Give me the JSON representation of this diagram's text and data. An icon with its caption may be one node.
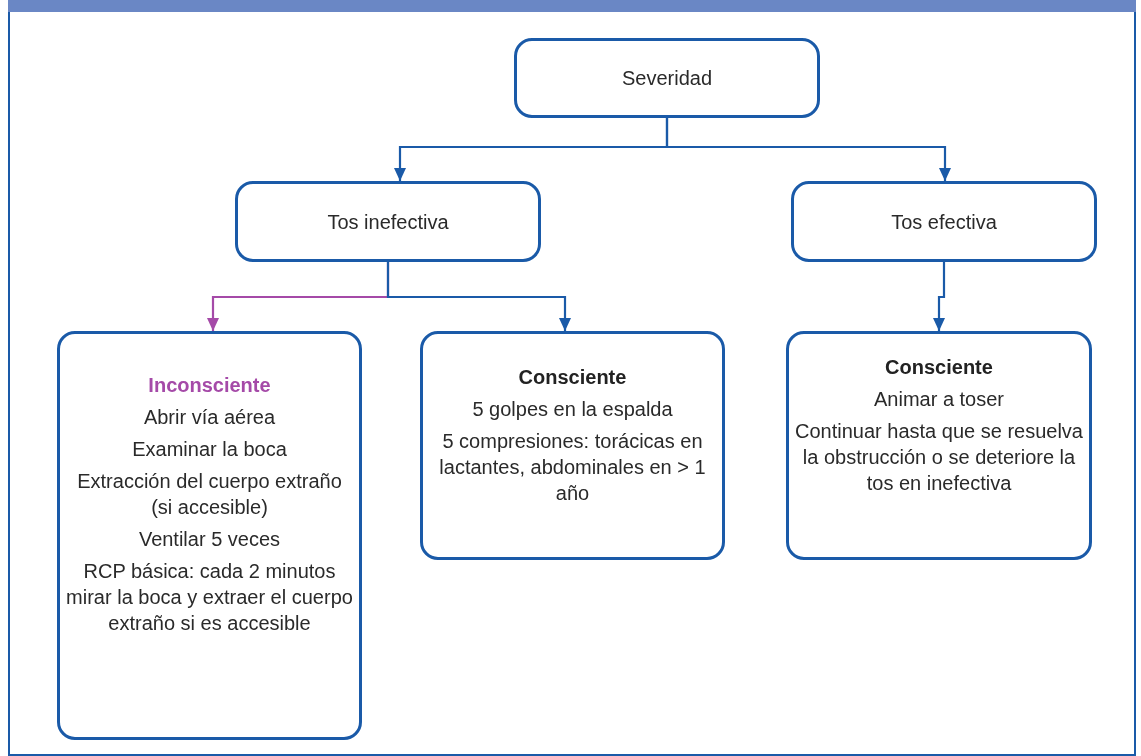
{
  "diagram": {
    "nodes": [
      {
        "text": [
          "Severidad"
        ]
      },
      {
        "text": [
          "Tos inefectiva"
        ]
      },
      {
        "text": [
          "Tos efectiva"
        ]
      },
      {
        "text": [
          "Inconsciente",
          "Abrir vía aérea",
          "Examinar la boca",
          "Extracción del cuerpo extraño (si accesible)",
          "Ventilar 5 veces",
          "RCP básica: cada 2 minutos mirar la boca y extraer el cuerpo extraño si es accesible"
        ]
      },
      {
        "text": [
          "Consciente",
          "5 golpes en la espalda",
          "5 compresiones: torácicas en lactantes, abdominales en > 1 año"
        ]
      },
      {
        "text": [
          "Consciente",
          "Animar a toser",
          "Continuar hasta que se resuelva la obstrucción o se deteriore la tos en inefectiva"
        ]
      }
    ],
    "edges": [
      {
        "from": 0,
        "to": 1,
        "arrow": "to"
      },
      {
        "from": 0,
        "to": 2,
        "arrow": "to"
      },
      {
        "from": 1,
        "to": 3,
        "arrow": "to",
        "color": "#a54aa8"
      },
      {
        "from": 1,
        "to": 4,
        "arrow": "to"
      },
      {
        "from": 2,
        "to": 5,
        "arrow": "to"
      }
    ]
  }
}
